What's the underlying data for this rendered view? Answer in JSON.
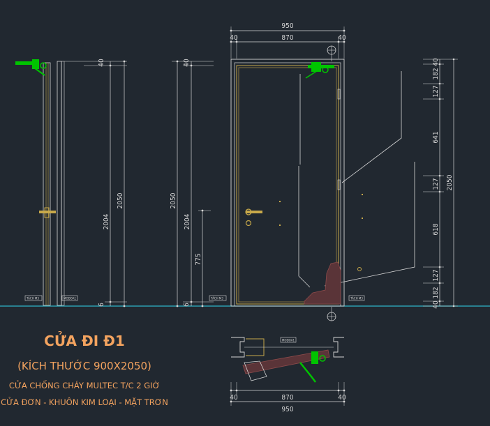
{
  "title_block": {
    "title": "CỬA ĐI Đ1",
    "size_line": "(KÍCH THƯỚC 900X2050)",
    "desc_line1": "CỬA CHỐNG CHÁY MULTEC T/C 2 GIỜ",
    "desc_line2": "CỬA ĐƠN - KHUÔN KIM LOẠI - MẶT TRƠN"
  },
  "front_elevation": {
    "overall_width": "950",
    "frame_left": "40",
    "clear_width": "870",
    "frame_right": "40",
    "total_height": "2050",
    "right_chain": [
      "40",
      "182",
      "127",
      "641",
      "127",
      "618",
      "127",
      "182",
      "40"
    ]
  },
  "left_section": {
    "total_height": "2050",
    "leaf_height": "2004",
    "gap": "6",
    "top_gap": "40"
  },
  "middle_section": {
    "total_height": "2050",
    "leaf_height": "2004",
    "handle_height": "775",
    "gap": "6",
    "top_gap": "40"
  },
  "plan_view": {
    "frame_left": "40",
    "clear_width": "870",
    "frame_right": "40",
    "overall_width": "950"
  },
  "tags": {
    "tag_a": "TÁCH M3",
    "tag_b": "MODOA1",
    "tag_c": "TÁCH M3",
    "tag_d": "TÁCH M3",
    "tag_e": "MODOA1"
  },
  "colors": {
    "background": "#212830",
    "line": "#d6d6d6",
    "frame": "#c8a94a",
    "hardware_green": "#00c400",
    "title": "#f3a35f",
    "floor": "#2fb4c8",
    "hatch": "#8b4a4a"
  }
}
